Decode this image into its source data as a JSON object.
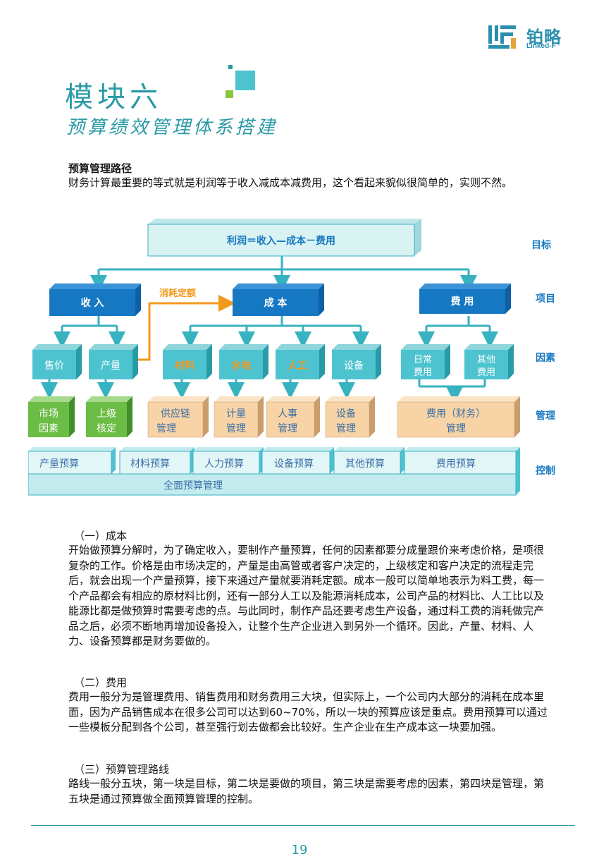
{
  "brand": {
    "name": "铂略",
    "sub": "Linked-F",
    "colors": {
      "teal": "#2a9aa6",
      "blue": "#1678c2",
      "light": "#d9f2f2",
      "orange": "#f7d3a6",
      "green": "#6cbd45"
    }
  },
  "title": "模块六",
  "subtitle": "预算绩效管理体系搭建",
  "intro": {
    "heading": "预算管理路径",
    "text": "财务计算最重要的等式就是利润等于收入减成本减费用，这个看起来貌似很简单的，实则不然。"
  },
  "diagram": {
    "top": "利润＝收入—成本－费用",
    "levels": [
      "目标",
      "项目",
      "因素",
      "管理",
      "控制"
    ],
    "projects": [
      "收 入",
      "成 本",
      "费 用"
    ],
    "arrow_label": "消耗定额",
    "factors": [
      "售价",
      "产量",
      "材料",
      "水电",
      "人工",
      "设备"
    ],
    "factor_fee_1": [
      "日常",
      "费用"
    ],
    "factor_fee_2": [
      "其他",
      "费用"
    ],
    "mgmt_green": [
      [
        "市场",
        "因素"
      ],
      [
        "上级",
        "核定"
      ]
    ],
    "mgmt_orange": [
      [
        "供应链",
        "管理"
      ],
      [
        "计量",
        "管理"
      ],
      [
        "人事",
        "管理"
      ],
      [
        "设备",
        "管理"
      ]
    ],
    "mgmt_fee": [
      "费用（财务）",
      "管理"
    ],
    "budgets": [
      "产量预算",
      "材料预算",
      "人力预算",
      "设备预算",
      "其他预算",
      "费用预算"
    ],
    "total": "全面预算管理"
  },
  "sections": [
    {
      "heading": "（一）成本",
      "text": "开始做预算分解时，为了确定收入，要制作产量预算，任何的因素都要分成量跟价来考虑价格，是项很复杂的工作。价格是由市场决定的，产量是由高管或者客户决定的，上级核定和客户决定的流程走完后，就会出现一个产量预算，接下来通过产量就要消耗定额。成本一般可以简单地表示为料工费，每一个产品都会有相应的原材料比例，还有一部分人工以及能源消耗成本，公司产品的材料比、人工比以及能源比都是做预算时需要考虑的点。与此同时，制作产品还要考虑生产设备，通过料工费的消耗做完产品之后，必须不断地再增加设备投入，让整个生产企业进入到另外一个循环。因此，产量、材料、人力、设备预算都是财务要做的。"
    },
    {
      "heading": "（二）费用",
      "text": "费用一般分为是管理费用、销售费用和财务费用三大块，但实际上，一个公司内大部分的消耗在成本里面，因为产品销售成本在很多公司可以达到60~70%，所以一块的预算应该是重点。费用预算可以通过一些模板分配到各个公司，甚至强行划去做都会比较好。生产企业在生产成本这一块要加强。"
    },
    {
      "heading": "（三）预算管理路线",
      "text": "路线一般分五块，第一块是目标，第二块是要做的项目，第三块是需要考虑的因素，第四块是管理，第五块是通过预算做全面预算管理的控制。"
    }
  ],
  "page_number": "19"
}
